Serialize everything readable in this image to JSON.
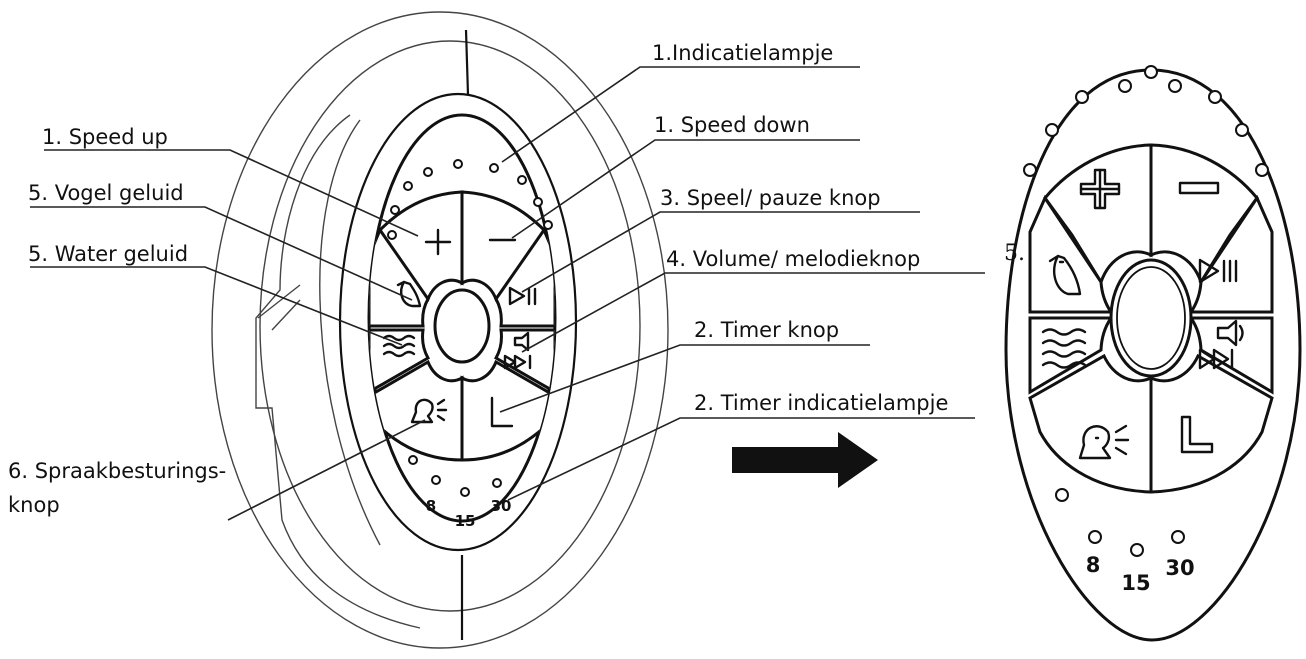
{
  "labels": {
    "indicator_light": "1.Indicatielampje",
    "speed_up": "1. Speed up",
    "speed_down": "1. Speed down",
    "bird_sound": "5. Vogel geluid",
    "play_pause": "3. Speel/ pauze knop",
    "water_sound": "5. Water geluid",
    "volume_melody": "4. Volume/ melodieknop",
    "timer_button": "2. Timer knop",
    "timer_indicator": "2. Timer indicatielampje",
    "voice_control_line1": "6. Spraakbesturings-",
    "voice_control_line2": "knop",
    "panel_marker": "5."
  },
  "timer_values": [
    "8",
    "15",
    "30"
  ]
}
